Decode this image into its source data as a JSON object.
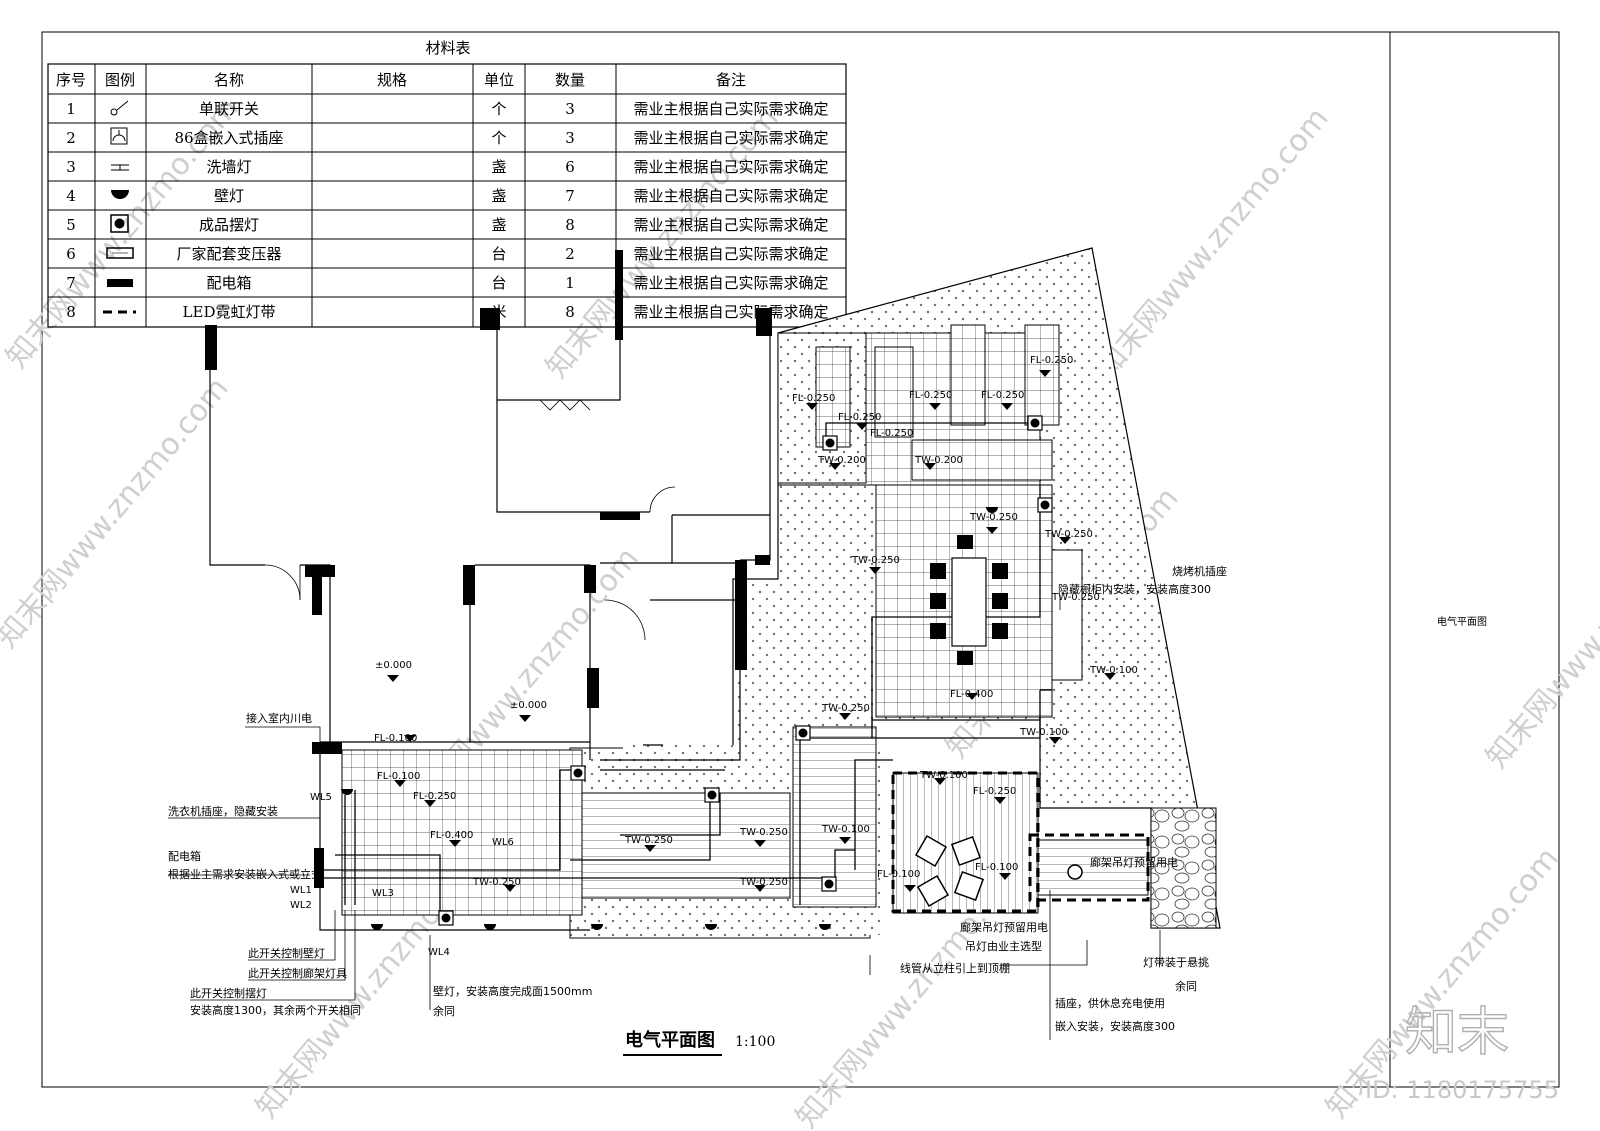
{
  "table": {
    "title": "材料表",
    "headers": [
      "序号",
      "图例",
      "名称",
      "规格",
      "单位",
      "数量",
      "备注"
    ],
    "rows": [
      {
        "no": "1",
        "icon": "single-switch-icon",
        "name": "单联开关",
        "spec": "",
        "unit": "个",
        "qty": "3",
        "remark": "需业主根据自己实际需求确定"
      },
      {
        "no": "2",
        "icon": "socket-86-icon",
        "name": "86盒嵌入式插座",
        "spec": "",
        "unit": "个",
        "qty": "3",
        "remark": "需业主根据自己实际需求确定"
      },
      {
        "no": "3",
        "icon": "wall-washer-icon",
        "name": "洗墙灯",
        "spec": "",
        "unit": "盏",
        "qty": "6",
        "remark": "需业主根据自己实际需求确定"
      },
      {
        "no": "4",
        "icon": "wall-lamp-icon",
        "name": "壁灯",
        "spec": "",
        "unit": "盏",
        "qty": "7",
        "remark": "需业主根据自己实际需求确定"
      },
      {
        "no": "5",
        "icon": "floor-lamp-icon",
        "name": "成品摆灯",
        "spec": "",
        "unit": "盏",
        "qty": "8",
        "remark": "需业主根据自己实际需求确定"
      },
      {
        "no": "6",
        "icon": "transformer-icon",
        "name": "厂家配套变压器",
        "spec": "",
        "unit": "台",
        "qty": "2",
        "remark": "需业主根据自己实际需求确定"
      },
      {
        "no": "7",
        "icon": "distribution-box-icon",
        "name": "配电箱",
        "spec": "",
        "unit": "台",
        "qty": "1",
        "remark": "需业主根据自己实际需求确定"
      },
      {
        "no": "8",
        "icon": "led-strip-icon",
        "name": "LED霓虹灯带",
        "spec": "",
        "unit": "米",
        "qty": "8",
        "remark": "需业主根据自己实际需求确定"
      }
    ]
  },
  "plan": {
    "title": "电气平面图",
    "scale": "1:100",
    "side_title": "电气平面图",
    "level_labels": [
      {
        "id": "lvl-1",
        "text": "±0.000"
      },
      {
        "id": "lvl-2",
        "text": "±0.000"
      }
    ],
    "elevations": [
      "FL-0.250",
      "FL-0.250",
      "FL-0.250",
      "FL-0.250",
      "FL-0.250",
      "TW-0.200",
      "TW-0.200",
      "TW-0.250",
      "TW-0.250",
      "TW-0.250",
      "TW-0.100",
      "FL-0.400",
      "TW-0.250",
      "TW-0.100",
      "TW-0.100",
      "FL-0.250",
      "FL-0.100",
      "FL-0.100",
      "FL-0.100",
      "FL-0.250",
      "FL-0.400",
      "TW-0.250",
      "TW-0.250",
      "TW-0.250",
      "TW-0.250",
      "TW-0.100",
      "FL-0.100",
      "TW-0.250",
      "FL-0.250"
    ],
    "circuits": [
      "WL5",
      "WL1",
      "WL2",
      "WL3",
      "WL4",
      "WL6"
    ],
    "annotations": {
      "indoor_power": "接入室内川电",
      "washer_socket": "洗衣机插座，隐藏安装",
      "panel": "配电箱",
      "panel_note": "根据业主需求安装嵌入式或立式",
      "switch_wall_lamp": "此开关控制壁灯",
      "switch_pergola": "此开关控制廊架灯具",
      "switch_floor_lamp": "此开关控制摆灯",
      "switch_height": "安装高度1300，其余两个开关相同",
      "wall_lamp_note": "壁灯，安装高度完成面1500mm",
      "wall_lamp_note2": "余同",
      "bbq_socket": "烧烤机插座",
      "bbq_note": "隐藏橱柜内安装，安装高度300",
      "pergola_power": "廊架吊灯预留用电",
      "pergola_power2": "廊架吊灯预留用电",
      "pendant_note": "吊灯由业主选型",
      "conduit_note": "线管从立柱引上到顶棚",
      "strip_note": "灯带装于悬挑",
      "strip_note2": "余同",
      "rest_socket": "插座，供休息充电使用",
      "rest_socket2": "嵌入安装，安装高度300"
    }
  },
  "watermark": {
    "logo": "知末",
    "id_text": "ID: 1180175755",
    "site": "知末网www.znzmo.com"
  }
}
